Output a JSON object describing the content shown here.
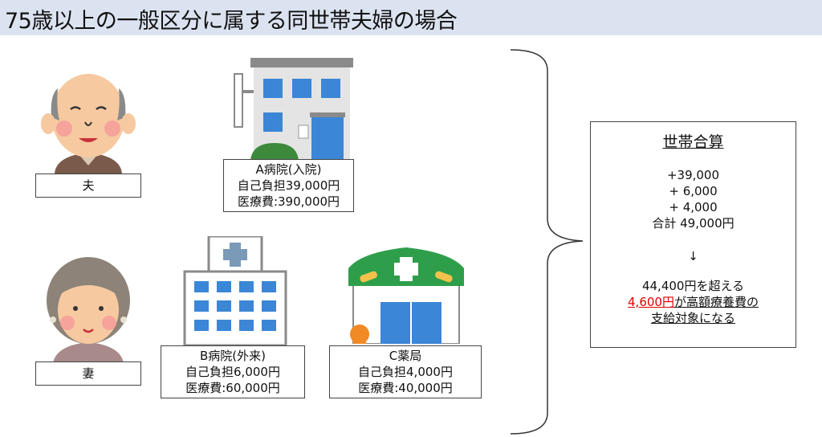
{
  "title": "75歳以上の一般区分に属する同世帯夫婦の場合",
  "people": {
    "husband": "夫",
    "wife": "妻"
  },
  "hospital_a": {
    "name": "A病院(入院)",
    "copay": "自己負担39,000円",
    "cost": "医療費:390,000円"
  },
  "hospital_b": {
    "name": "B病院(外来)",
    "copay": "自己負担6,000円",
    "cost": "医療費:60,000円"
  },
  "pharmacy_c": {
    "name": "C薬局",
    "copay": "自己負担4,000円",
    "cost": "医療費:40,000円"
  },
  "summary": {
    "title": "世帯合算",
    "lines": [
      "+39,000",
      "+ 6,000",
      "+ 4,000",
      "合計 49,000円"
    ],
    "arrow": "↓",
    "result_line1": "44,400円を超える",
    "result_highlight": "4,600円",
    "result_line2_rest": "が高額療養費の",
    "result_line3": "支給対象になる"
  },
  "colors": {
    "title_bar": "#dbe3f1",
    "highlight": "#e00000",
    "pharmacy_green": "#2e9e4a",
    "building_blue": "#3b86d6"
  }
}
